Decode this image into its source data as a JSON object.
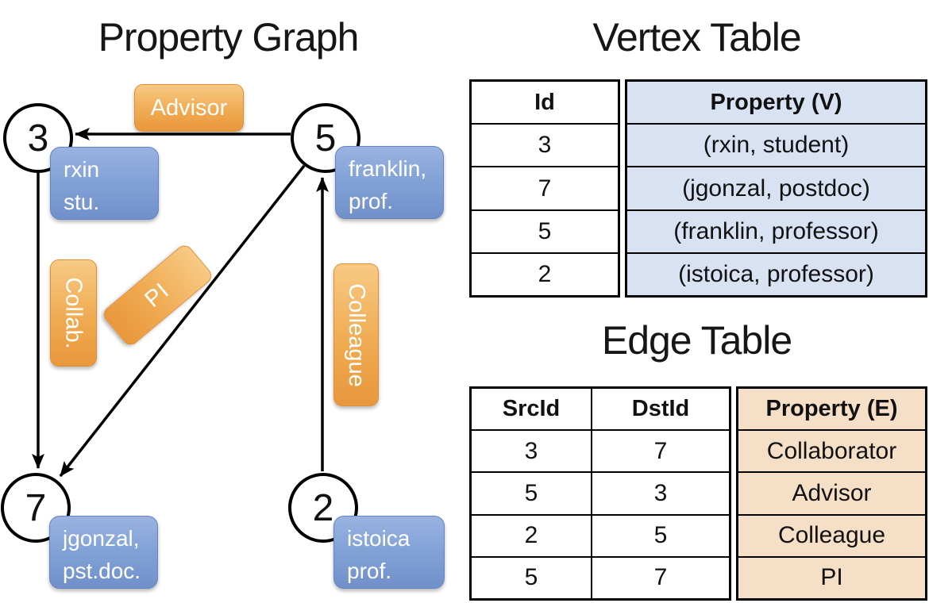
{
  "titles": {
    "graph": "Property Graph",
    "vertex": "Vertex Table",
    "edge": "Edge Table"
  },
  "graph": {
    "nodes": [
      {
        "id": "3",
        "label_lines": [
          "rxin",
          "stu."
        ]
      },
      {
        "id": "5",
        "label_lines": [
          "franklin,",
          "prof."
        ]
      },
      {
        "id": "7",
        "label_lines": [
          "jgonzal,",
          "pst.doc."
        ]
      },
      {
        "id": "2",
        "label_lines": [
          "istoica",
          "prof."
        ]
      }
    ],
    "edges": [
      {
        "src": "5",
        "dst": "3",
        "label": "Advisor"
      },
      {
        "src": "3",
        "dst": "7",
        "label": "Collab."
      },
      {
        "src": "5",
        "dst": "7",
        "label": "PI"
      },
      {
        "src": "2",
        "dst": "5",
        "label": "Colleague"
      }
    ]
  },
  "vertex_table": {
    "headers": [
      "Id",
      "Property (V)"
    ],
    "rows": [
      [
        "3",
        "(rxin, student)"
      ],
      [
        "7",
        "(jgonzal, postdoc)"
      ],
      [
        "5",
        "(franklin, professor)"
      ],
      [
        "2",
        "(istoica, professor)"
      ]
    ]
  },
  "edge_table": {
    "headers": [
      "SrcId",
      "DstId",
      "Property (E)"
    ],
    "rows": [
      [
        "3",
        "7",
        "Collaborator"
      ],
      [
        "5",
        "3",
        "Advisor"
      ],
      [
        "2",
        "5",
        "Colleague"
      ],
      [
        "5",
        "7",
        "PI"
      ]
    ]
  },
  "colors": {
    "edge_label_fill_top": "#f7ca85",
    "edge_label_fill_bottom": "#e9973c",
    "vertex_label_fill_top": "#9ab2e1",
    "vertex_label_fill_bottom": "#7190cb",
    "vertex_property_column_bg": "#d8e2f3",
    "edge_property_column_bg": "#f5dfc6",
    "line": "#000000"
  }
}
